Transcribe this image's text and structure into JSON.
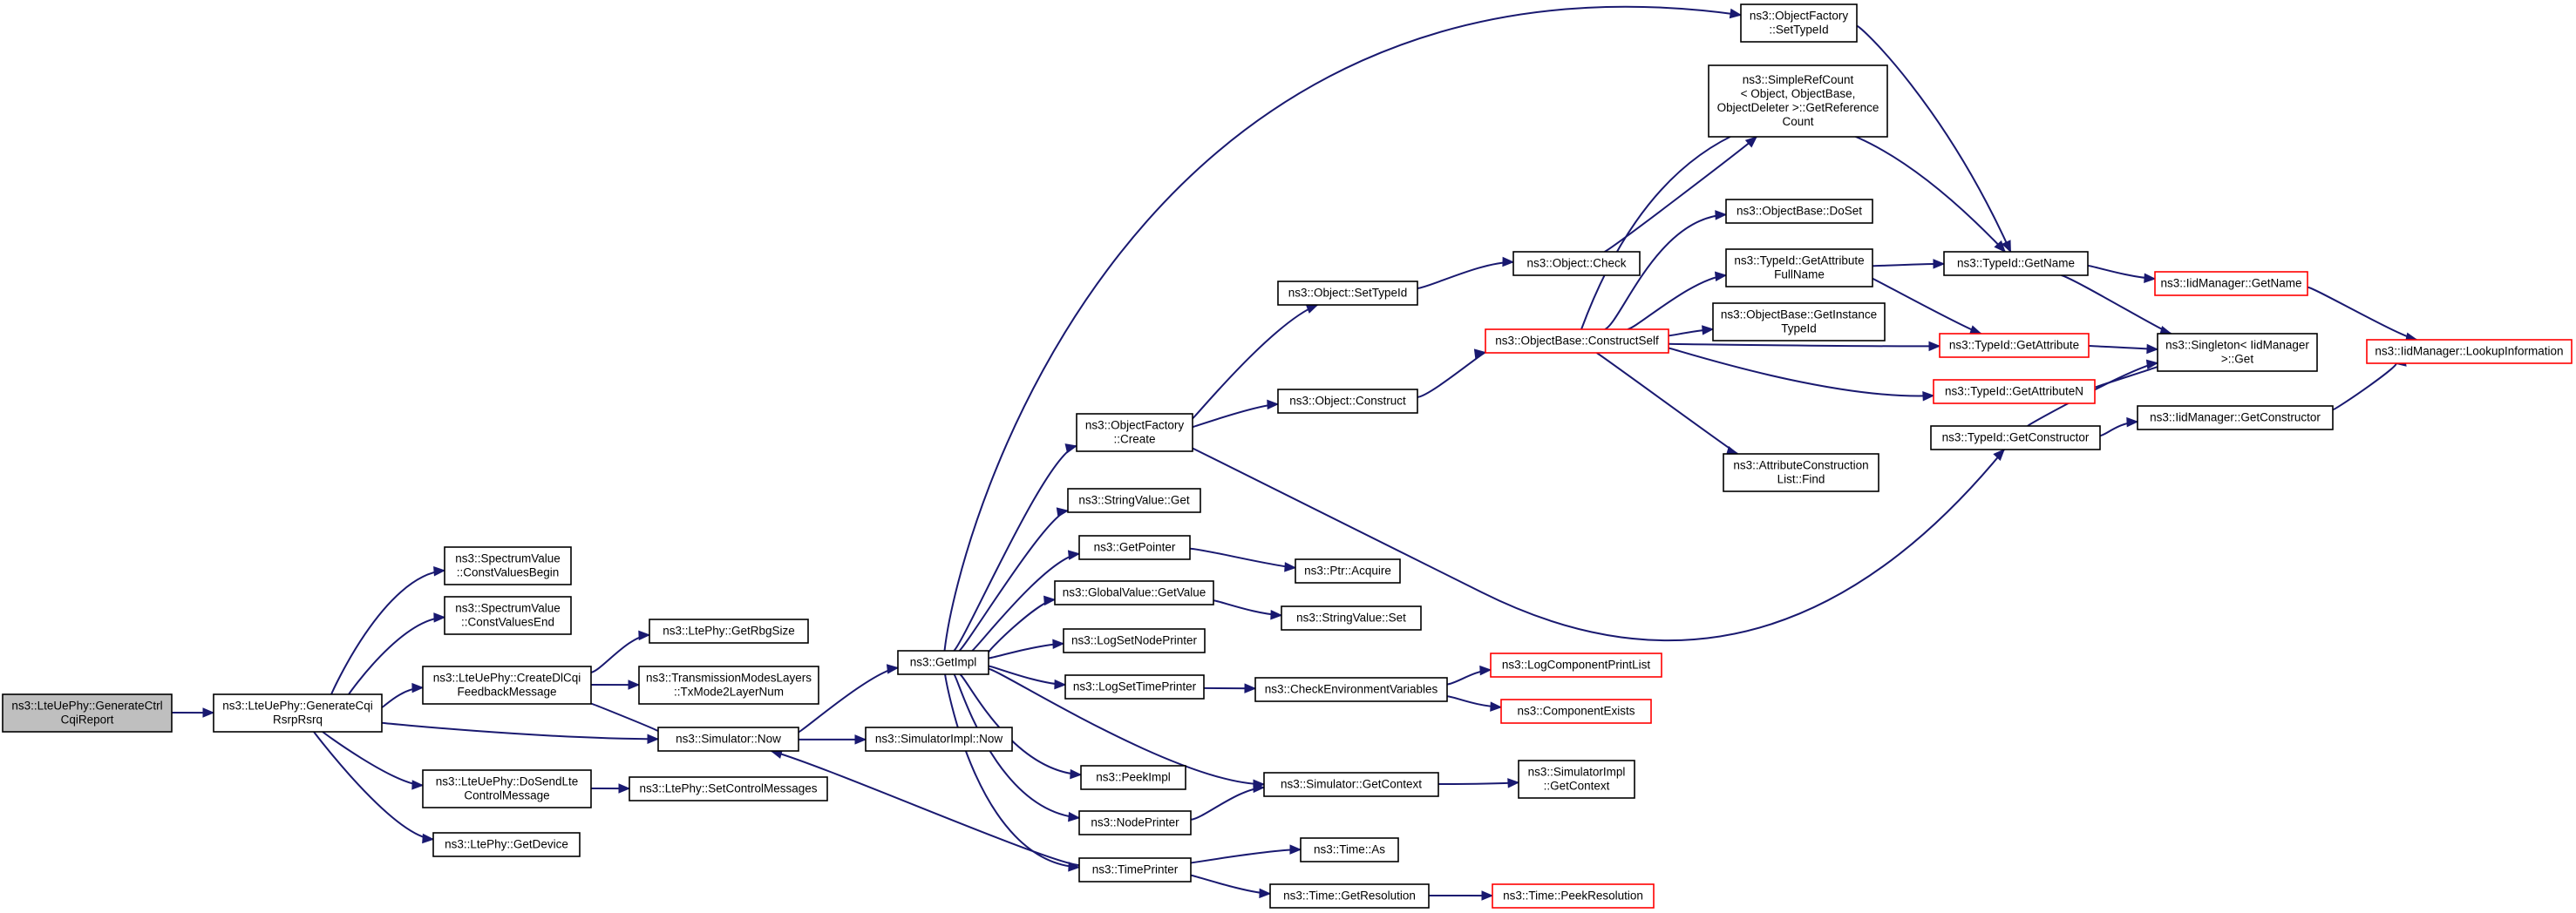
{
  "diagram": {
    "nodes": {
      "root": {
        "lines": [
          "ns3::LteUePhy::GenerateCtrl",
          "CqiReport"
        ]
      },
      "genCqi": {
        "lines": [
          "ns3::LteUePhy::GenerateCqi",
          "RsrpRsrq"
        ]
      },
      "cvBegin": {
        "lines": [
          "ns3::SpectrumValue",
          "::ConstValuesBegin"
        ]
      },
      "cvEnd": {
        "lines": [
          "ns3::SpectrumValue",
          "::ConstValuesEnd"
        ]
      },
      "createDl": {
        "lines": [
          "ns3::LteUePhy::CreateDlCqi",
          "FeedbackMessage"
        ]
      },
      "sendLte": {
        "lines": [
          "ns3::LteUePhy::DoSendLte",
          "ControlMessage"
        ]
      },
      "getDevice": {
        "lines": [
          "ns3::LtePhy::GetDevice"
        ]
      },
      "rbgSize": {
        "lines": [
          "ns3::LtePhy::GetRbgSize"
        ]
      },
      "txMode": {
        "lines": [
          "ns3::TransmissionModesLayers",
          "::TxMode2LayerNum"
        ]
      },
      "simNow": {
        "lines": [
          "ns3::Simulator::Now"
        ]
      },
      "setCtrl": {
        "lines": [
          "ns3::LtePhy::SetControlMessages"
        ]
      },
      "simImplNow": {
        "lines": [
          "ns3::SimulatorImpl::Now"
        ]
      },
      "getImpl": {
        "lines": [
          "ns3::GetImpl"
        ]
      },
      "ofSetTypeId": {
        "lines": [
          "ns3::ObjectFactory",
          "::SetTypeId"
        ]
      },
      "ofCreate": {
        "lines": [
          "ns3::ObjectFactory",
          "::Create"
        ]
      },
      "svGet": {
        "lines": [
          "ns3::StringValue::Get"
        ]
      },
      "getPointer": {
        "lines": [
          "ns3::GetPointer"
        ]
      },
      "gvGetValue": {
        "lines": [
          "ns3::GlobalValue::GetValue"
        ]
      },
      "logNode": {
        "lines": [
          "ns3::LogSetNodePrinter"
        ]
      },
      "logTime": {
        "lines": [
          "ns3::LogSetTimePrinter"
        ]
      },
      "peekImpl": {
        "lines": [
          "ns3::PeekImpl"
        ]
      },
      "nodePrinter": {
        "lines": [
          "ns3::NodePrinter"
        ]
      },
      "timePrinter": {
        "lines": [
          "ns3::TimePrinter"
        ]
      },
      "objSetTypeId": {
        "lines": [
          "ns3::Object::SetTypeId"
        ]
      },
      "objConstruct": {
        "lines": [
          "ns3::Object::Construct"
        ]
      },
      "ptrAcquire": {
        "lines": [
          "ns3::Ptr::Acquire"
        ]
      },
      "svSet": {
        "lines": [
          "ns3::StringValue::Set"
        ]
      },
      "checkEnv": {
        "lines": [
          "ns3::CheckEnvironmentVariables"
        ]
      },
      "simGetContext": {
        "lines": [
          "ns3::Simulator::GetContext"
        ]
      },
      "timeAs": {
        "lines": [
          "ns3::Time::As"
        ]
      },
      "timeGetRes": {
        "lines": [
          "ns3::Time::GetResolution"
        ]
      },
      "objCheck": {
        "lines": [
          "ns3::Object::Check"
        ]
      },
      "simpleRef": {
        "lines": [
          "ns3::SimpleRefCount",
          "< Object, ObjectBase,",
          "ObjectDeleter >::GetReference",
          "Count"
        ]
      },
      "obConstructSelf": {
        "lines": [
          "ns3::ObjectBase::ConstructSelf"
        ]
      },
      "obDoSet": {
        "lines": [
          "ns3::ObjectBase::DoSet"
        ]
      },
      "tidAttrFull": {
        "lines": [
          "ns3::TypeId::GetAttribute",
          "FullName"
        ]
      },
      "obGetInstance": {
        "lines": [
          "ns3::ObjectBase::GetInstance",
          "TypeId"
        ]
      },
      "attrConstList": {
        "lines": [
          "ns3::AttributeConstruction",
          "List::Find"
        ]
      },
      "logCompPrint": {
        "lines": [
          "ns3::LogComponentPrintList"
        ]
      },
      "compExists": {
        "lines": [
          "ns3::ComponentExists"
        ]
      },
      "simImplGetCtx": {
        "lines": [
          "ns3::SimulatorImpl",
          "::GetContext"
        ]
      },
      "timePeekRes": {
        "lines": [
          "ns3::Time::PeekResolution"
        ]
      },
      "tidGetName": {
        "lines": [
          "ns3::TypeId::GetName"
        ]
      },
      "tidGetAttr": {
        "lines": [
          "ns3::TypeId::GetAttribute"
        ]
      },
      "tidGetAttrN": {
        "lines": [
          "ns3::TypeId::GetAttributeN"
        ]
      },
      "tidGetCtor": {
        "lines": [
          "ns3::TypeId::GetConstructor"
        ]
      },
      "iidGetName": {
        "lines": [
          "ns3::IidManager::GetName"
        ]
      },
      "singleton": {
        "lines": [
          "ns3::Singleton< IidManager",
          ">::Get"
        ]
      },
      "iidGetCtor": {
        "lines": [
          "ns3::IidManager::GetConstructor"
        ]
      },
      "iidLookup": {
        "lines": [
          "ns3::IidManager::LookupInformation"
        ]
      }
    }
  }
}
